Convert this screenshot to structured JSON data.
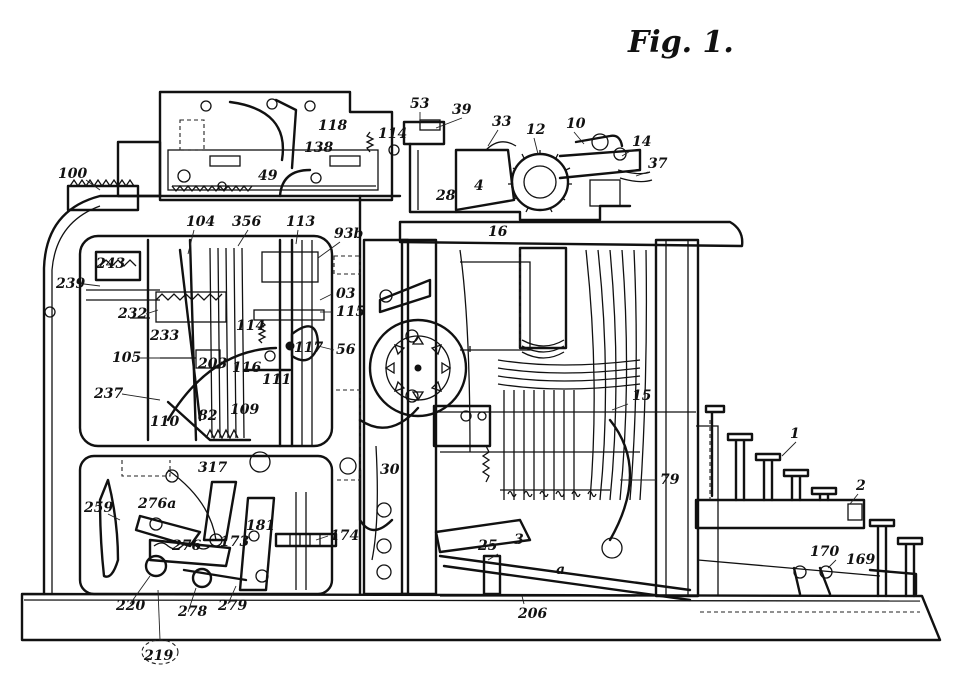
{
  "figure": {
    "title": "Fig. 1."
  },
  "labels": [
    {
      "id": "l-100",
      "text": "100"
    },
    {
      "id": "l-104",
      "text": "104"
    },
    {
      "id": "l-356",
      "text": "356"
    },
    {
      "id": "l-113",
      "text": "113"
    },
    {
      "id": "l-93b",
      "text": "93b"
    },
    {
      "id": "l-243",
      "text": "243"
    },
    {
      "id": "l-239",
      "text": "239"
    },
    {
      "id": "l-232",
      "text": "232"
    },
    {
      "id": "l-233",
      "text": "233"
    },
    {
      "id": "l-105",
      "text": "105"
    },
    {
      "id": "l-203",
      "text": "203"
    },
    {
      "id": "l-237",
      "text": "237"
    },
    {
      "id": "l-82",
      "text": "82"
    },
    {
      "id": "l-109",
      "text": "109"
    },
    {
      "id": "l-110",
      "text": "110"
    },
    {
      "id": "l-116",
      "text": "116"
    },
    {
      "id": "l-114b",
      "text": "114"
    },
    {
      "id": "l-117",
      "text": "117"
    },
    {
      "id": "l-56",
      "text": "56"
    },
    {
      "id": "l-115",
      "text": "115"
    },
    {
      "id": "l-03",
      "text": "03"
    },
    {
      "id": "l-111",
      "text": "111"
    },
    {
      "id": "l-53",
      "text": "53"
    },
    {
      "id": "l-39",
      "text": "39"
    },
    {
      "id": "l-33",
      "text": "33"
    },
    {
      "id": "l-12",
      "text": "12"
    },
    {
      "id": "l-10",
      "text": "10"
    },
    {
      "id": "l-14",
      "text": "14"
    },
    {
      "id": "l-37",
      "text": "37"
    },
    {
      "id": "l-4",
      "text": "4"
    },
    {
      "id": "l-28",
      "text": "28"
    },
    {
      "id": "l-16",
      "text": "16"
    },
    {
      "id": "l-118",
      "text": "118"
    },
    {
      "id": "l-114",
      "text": "114"
    },
    {
      "id": "l-138",
      "text": "138"
    },
    {
      "id": "l-49",
      "text": "49"
    },
    {
      "id": "l-15",
      "text": "15"
    },
    {
      "id": "l-1",
      "text": "1"
    },
    {
      "id": "l-2",
      "text": "2"
    },
    {
      "id": "l-79",
      "text": "79"
    },
    {
      "id": "l-30",
      "text": "30"
    },
    {
      "id": "l-317",
      "text": "317"
    },
    {
      "id": "l-259",
      "text": "259"
    },
    {
      "id": "l-276a",
      "text": "276a"
    },
    {
      "id": "l-276",
      "text": "276"
    },
    {
      "id": "l-181",
      "text": "181"
    },
    {
      "id": "l-173",
      "text": "173"
    },
    {
      "id": "l-174",
      "text": "174"
    },
    {
      "id": "l-25",
      "text": "25"
    },
    {
      "id": "l-3",
      "text": "3"
    },
    {
      "id": "l-a",
      "text": "a"
    },
    {
      "id": "l-170",
      "text": "170"
    },
    {
      "id": "l-169",
      "text": "169"
    },
    {
      "id": "l-220",
      "text": "220"
    },
    {
      "id": "l-278",
      "text": "278"
    },
    {
      "id": "l-279",
      "text": "279"
    },
    {
      "id": "l-206",
      "text": "206"
    },
    {
      "id": "l-219",
      "text": "219"
    }
  ]
}
